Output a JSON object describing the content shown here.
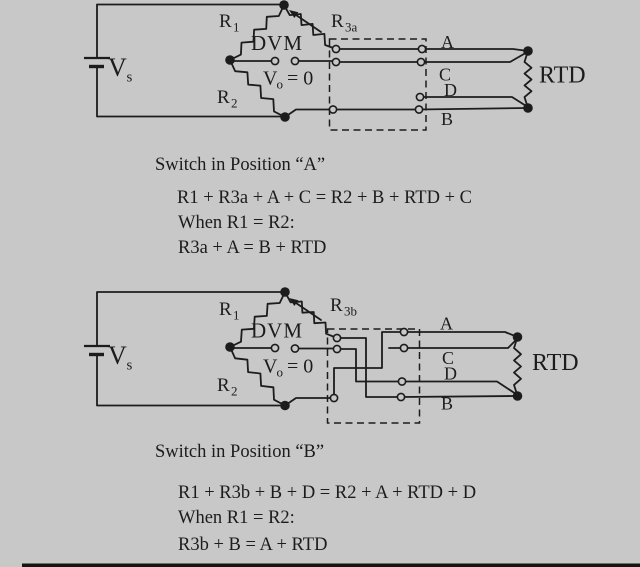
{
  "colors": {
    "background": "#c8c8c8",
    "ink": "#1c1c1c",
    "bottom_bar": "#141414"
  },
  "circuit_a": {
    "vs": "V",
    "vs_sub": "s",
    "r1": "R",
    "r1_sub": "1",
    "r2": "R",
    "r2_sub": "2",
    "r3": "R",
    "r3_sub": "3a",
    "dvm": "DVM",
    "vo": "V",
    "vo_sub": "o",
    "vo_value": "= 0",
    "lead_a": "A",
    "lead_c": "C",
    "lead_d": "D",
    "lead_b": "B",
    "rtd": "RTD"
  },
  "caption_a": {
    "title": "Switch in Position “A”",
    "eq1": "R1 + R3a + A + C = R2 + B + RTD + C",
    "when": "When R1 = R2:",
    "eq2": "R3a + A = B + RTD"
  },
  "circuit_b": {
    "vs": "V",
    "vs_sub": "s",
    "r1": "R",
    "r1_sub": "1",
    "r2": "R",
    "r2_sub": "2",
    "r3": "R",
    "r3_sub": "3b",
    "dvm": "DVM",
    "vo": "V",
    "vo_sub": "o",
    "vo_value": "= 0",
    "lead_a": "A",
    "lead_c": "C",
    "lead_d": "D",
    "lead_b": "B",
    "rtd": "RTD"
  },
  "caption_b": {
    "title": "Switch in Position “B”",
    "eq1": "R1 + R3b + B + D = R2 + A + RTD + D",
    "when": "When R1 = R2:",
    "eq2": "R3b + B = A + RTD"
  }
}
